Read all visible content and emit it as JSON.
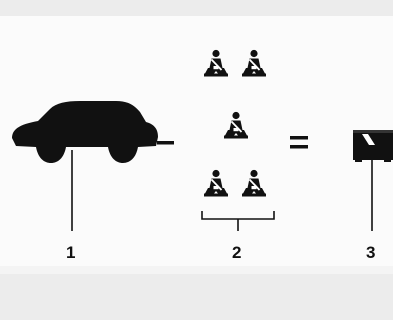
{
  "labels": {
    "callout_1": "1",
    "callout_2": "2",
    "callout_3": "3",
    "minus_sign": "–",
    "equals_sign": "="
  },
  "icons": {
    "vehicle": "car-icon",
    "seat_belt_occupant": "seatbelt-person-icon",
    "fuel_tank": "tank-icon"
  },
  "seat_groups": {
    "top_row_count": 2,
    "middle_row_count": 1,
    "bottom_row_count": 2
  },
  "colors": {
    "ink": "#111111",
    "background": "#fbfbfb"
  }
}
